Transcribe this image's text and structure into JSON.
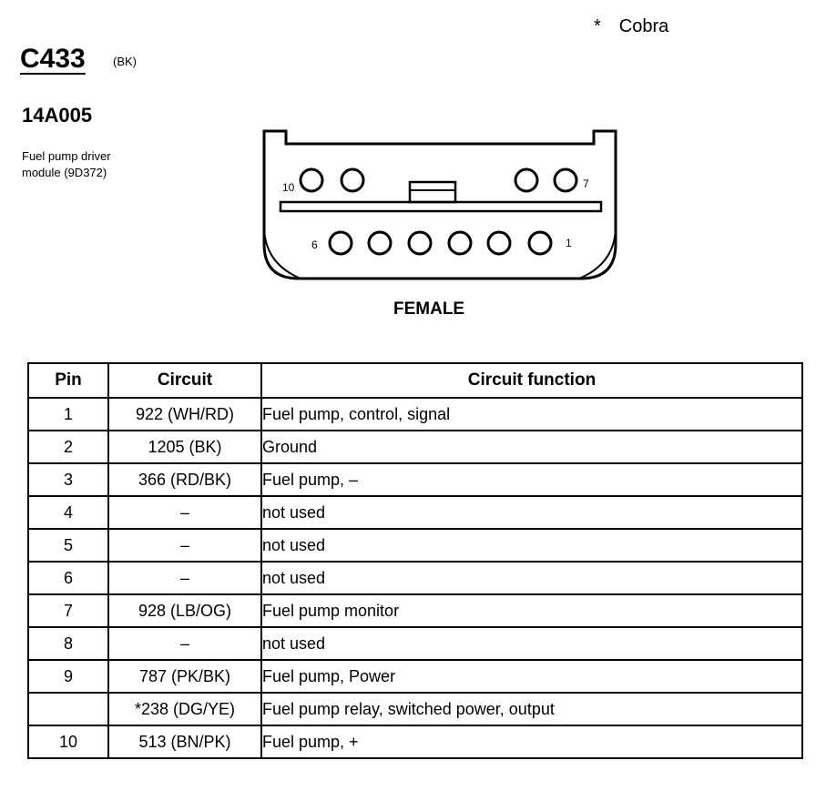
{
  "note": {
    "star": "*",
    "text": "Cobra"
  },
  "connector": {
    "id": "C433",
    "color": "(BK)",
    "part_number": "14A005",
    "description_line1": "Fuel pump driver",
    "description_line2": "module (9D372)"
  },
  "diagram": {
    "label_10": "10",
    "label_7": "7",
    "label_6": "6",
    "label_1": "1",
    "view": "FEMALE"
  },
  "table": {
    "headers": [
      "Pin",
      "Circuit",
      "Circuit function"
    ],
    "rows": [
      {
        "pin": "1",
        "circuit": "922 (WH/RD)",
        "function": "Fuel pump, control, signal"
      },
      {
        "pin": "2",
        "circuit": "1205 (BK)",
        "function": "Ground"
      },
      {
        "pin": "3",
        "circuit": "366 (RD/BK)",
        "function": "Fuel pump, –"
      },
      {
        "pin": "4",
        "circuit": "–",
        "function": "not used"
      },
      {
        "pin": "5",
        "circuit": "–",
        "function": "not used"
      },
      {
        "pin": "6",
        "circuit": "–",
        "function": "not used"
      },
      {
        "pin": "7",
        "circuit": "928 (LB/OG)",
        "function": "Fuel pump monitor"
      },
      {
        "pin": "8",
        "circuit": "–",
        "function": "not used"
      },
      {
        "pin": "9",
        "circuit": "787 (PK/BK)",
        "function": "Fuel pump, Power"
      },
      {
        "pin": "",
        "circuit": "*238 (DG/YE)",
        "function": "Fuel pump relay, switched power, output"
      },
      {
        "pin": "10",
        "circuit": "513 (BN/PK)",
        "function": "Fuel pump, +"
      }
    ]
  }
}
